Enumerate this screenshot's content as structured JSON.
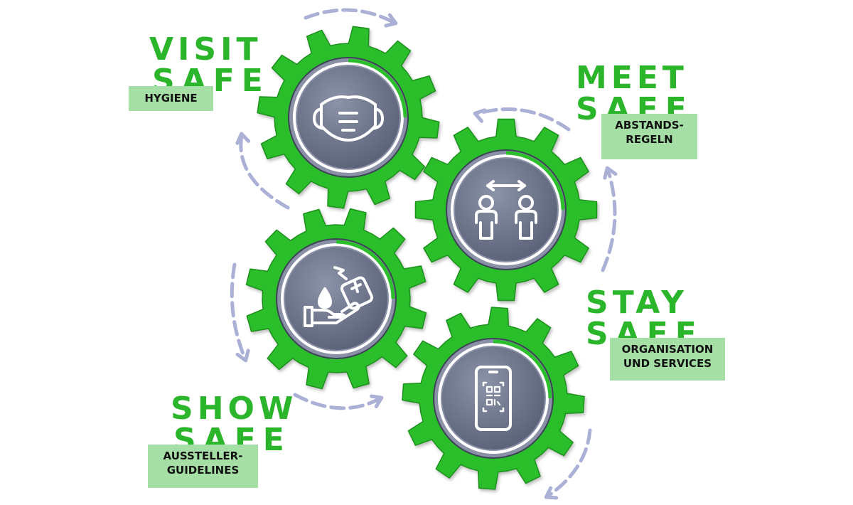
{
  "colors": {
    "gear": "#2bbf2b",
    "gear_shadow": "#1d8f1d",
    "disc_light": "#7a8299",
    "disc_dark": "#5a6179",
    "ring": "#ffffff",
    "arrow": "#aab0d6",
    "title": "#2ab52a",
    "sub_bg": "#a6dfa6"
  },
  "sections": [
    {
      "key": "visit",
      "title_line1": "VISIT",
      "title_line2": "SAFE",
      "sub_line1": "HYGIENE",
      "sub_line2": "",
      "icon": "face-mask-icon"
    },
    {
      "key": "meet",
      "title_line1": "MEET",
      "title_line2": "SAFE",
      "sub_line1": "ABSTANDS-",
      "sub_line2": "REGELN",
      "icon": "distance-people-icon"
    },
    {
      "key": "show",
      "title_line1": "SHOW",
      "title_line2": "SAFE",
      "sub_line1": "AUSSTELLER-",
      "sub_line2": "GUIDELINES",
      "icon": "hand-sanitizer-icon"
    },
    {
      "key": "stay",
      "title_line1": "STAY",
      "title_line2": "SAFE",
      "sub_line1": "ORGANISATION",
      "sub_line2": "UND SERVICES",
      "icon": "phone-qr-code-icon"
    }
  ]
}
